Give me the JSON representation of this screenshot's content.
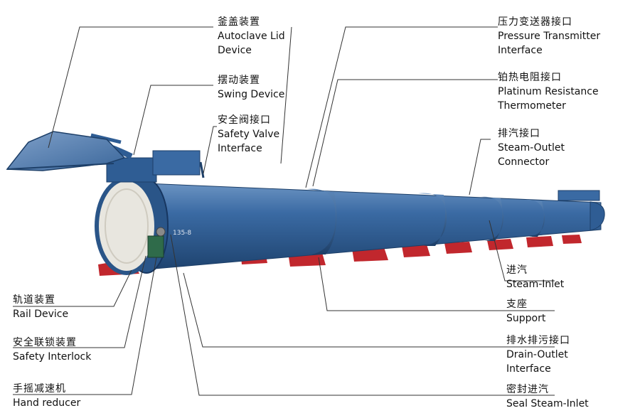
{
  "callouts": [
    {
      "id": "lid",
      "cn": "釜盖装置",
      "en": [
        "Autoclave Lid",
        "Device"
      ]
    },
    {
      "id": "swing",
      "cn": "摆动装置",
      "en": [
        "Swing Device"
      ]
    },
    {
      "id": "safety",
      "cn": "安全阀接口",
      "en": [
        "Safety Valve",
        "Interface"
      ]
    },
    {
      "id": "pressure",
      "cn": "压力变送器接口",
      "en": [
        "Pressure Transmitter",
        "Interface"
      ]
    },
    {
      "id": "platinum",
      "cn": "铂热电阻接口",
      "en": [
        "Platinum Resistance",
        "Thermometer"
      ]
    },
    {
      "id": "steamout",
      "cn": "排汽接口",
      "en": [
        "Steam-Outlet",
        "Connector"
      ]
    },
    {
      "id": "steamin",
      "cn": "进汽",
      "en": [
        "Steam-Inlet"
      ]
    },
    {
      "id": "support",
      "cn": "支座",
      "en": [
        "Support"
      ]
    },
    {
      "id": "drain",
      "cn": "排水排污接口",
      "en": [
        "Drain-Outlet",
        "Interface"
      ]
    },
    {
      "id": "seal",
      "cn": "密封进汽",
      "en": [
        "Seal Steam-Inlet"
      ]
    },
    {
      "id": "rail",
      "cn": "轨道装置",
      "en": [
        "Rail Device"
      ]
    },
    {
      "id": "interlock",
      "cn": "安全联锁装置",
      "en": [
        "Safety Interlock"
      ]
    },
    {
      "id": "reducer",
      "cn": "手摇减速机",
      "en": [
        "Hand reducer"
      ]
    }
  ],
  "vessel": {
    "plate_text": "135-8",
    "colors": {
      "body": "#2f5d94",
      "body_dark": "#1f4470",
      "body_light": "#5b86b8",
      "door": "#e8e6df",
      "support": "#c1272d",
      "leader": "#333333"
    }
  }
}
